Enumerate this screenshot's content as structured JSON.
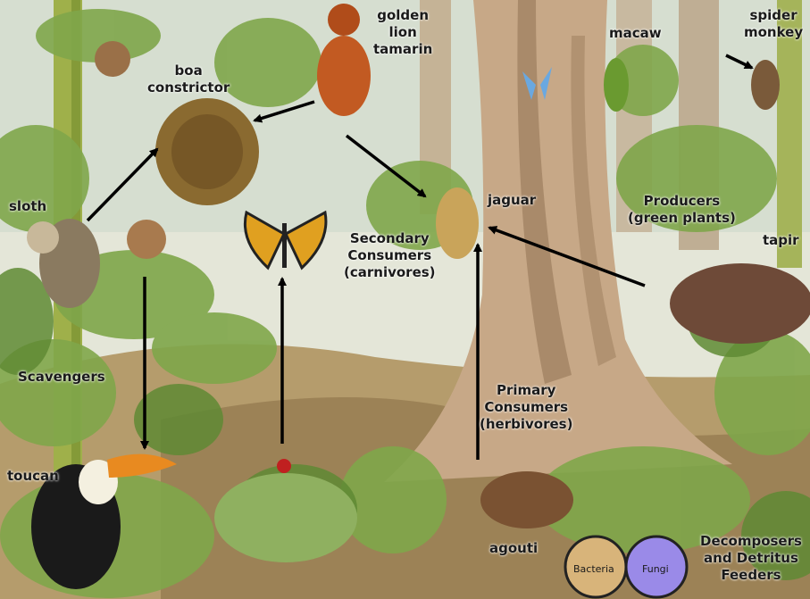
{
  "labels": {
    "golden_lion_tamarin": [
      "golden",
      "lion",
      "tamarin"
    ],
    "macaw": "macaw",
    "spider_monkey": [
      "spider",
      "monkey"
    ],
    "boa_constrictor": [
      "boa",
      "constrictor"
    ],
    "sloth": "sloth",
    "jaguar": "jaguar",
    "producers": [
      "Producers",
      "(green plants)"
    ],
    "tapir": "tapir",
    "secondary_consumers": [
      "Secondary",
      "Consumers",
      "(carnivores)"
    ],
    "scavengers": "Scavengers",
    "primary_consumers": [
      "Primary",
      "Consumers",
      "(herbivores)"
    ],
    "toucan": "toucan",
    "agouti": "agouti",
    "bacteria": "Bacteria",
    "fungi": "Fungi",
    "decomposers": [
      "Decomposers",
      "and Detritus",
      "Feeders"
    ]
  },
  "colors": {
    "sky": "#dfe6df",
    "foliage": "#7fa64a",
    "trunk": "#b89a7a",
    "ground": "#a68a5a",
    "arrow": "#000000"
  }
}
